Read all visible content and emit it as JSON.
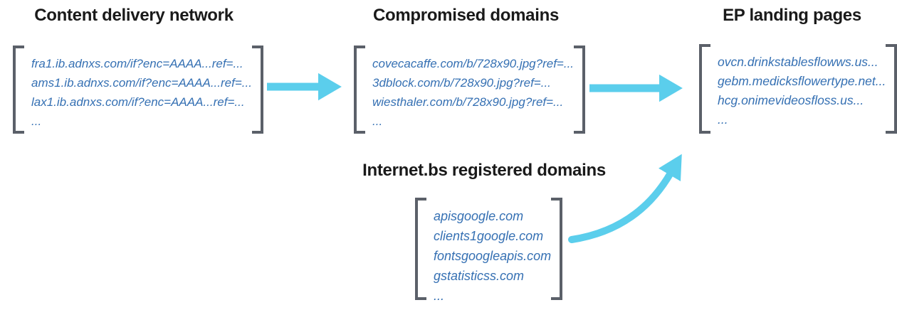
{
  "colors": {
    "title_color": "#1a1a1a",
    "bracket_color": "#5b6069",
    "domain_color": "#3570b3",
    "arrow_color": "#5bceec",
    "bg_color": "#ffffff"
  },
  "groups": {
    "cdn": {
      "title": "Content delivery network",
      "items": [
        "fra1.ib.adnxs.com/if?enc=AAAA...ref=...",
        "ams1.ib.adnxs.com/if?enc=AAAA...ref=...",
        "lax1.ib.adnxs.com/if?enc=AAAA...ref=...",
        "..."
      ]
    },
    "compromised": {
      "title": "Compromised domains",
      "items": [
        "covecacaffe.com/b/728x90.jpg?ref=...",
        "3dblock.com/b/728x90.jpg?ref=...",
        "wiesthaler.com/b/728x90.jpg?ref=...",
        "..."
      ]
    },
    "landing": {
      "title": "EP landing pages",
      "items": [
        "ovcn.drinkstablesflowws.us...",
        "gebm.medicksflowertype.net...",
        "hcg.onimevideosfloss.us...",
        "..."
      ]
    },
    "registered": {
      "title": "Internet.bs registered domains",
      "items": [
        "apisgoogle.com",
        "clients1google.com",
        "fontsgoogleapis.com",
        "gstatisticss.com",
        "..."
      ]
    }
  },
  "arrows": [
    {
      "name": "arrow-cdn-to-compromised",
      "type": "straight-right"
    },
    {
      "name": "arrow-compromised-to-landing",
      "type": "straight-right"
    },
    {
      "name": "arrow-registered-to-landing",
      "type": "curved-up-right"
    }
  ]
}
